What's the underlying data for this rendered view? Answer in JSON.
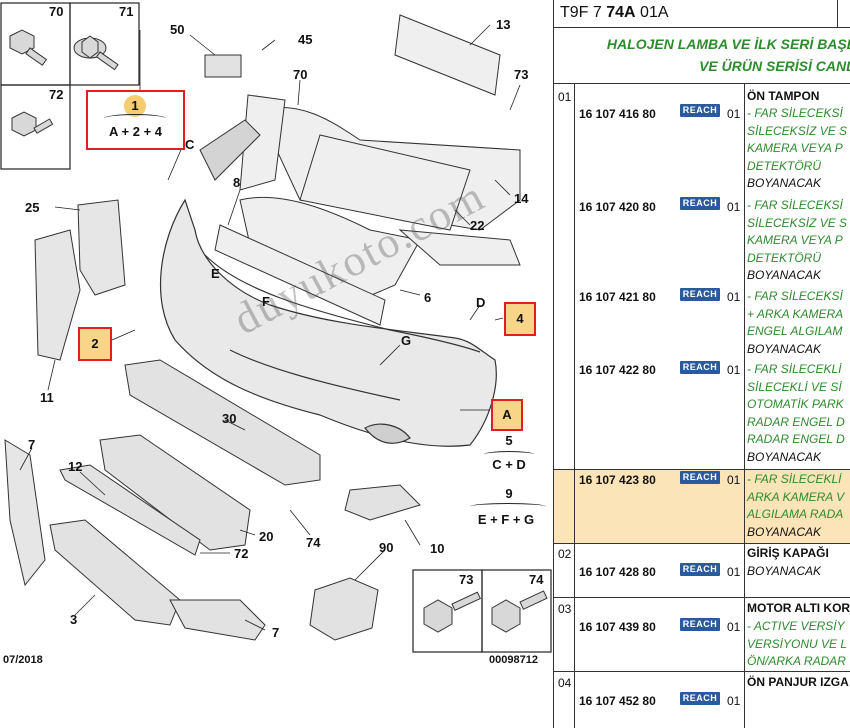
{
  "diagram": {
    "part_numbers": {
      "p70a": "70",
      "p71a": "71",
      "p72a": "72",
      "p50": "50",
      "p45": "45",
      "p13": "13",
      "p70b": "70",
      "p73a": "73",
      "p14": "14",
      "p22": "22",
      "p8": "8",
      "p6": "6",
      "p25": "25",
      "p11": "11",
      "p7a": "7",
      "p12": "12",
      "p30": "30",
      "p20": "20",
      "p74a": "74",
      "p72b": "72",
      "p3": "3",
      "p7b": "7",
      "p10": "10",
      "p90": "90",
      "p73b": "73",
      "p74b": "74",
      "pC": "C",
      "pD": "D",
      "pE": "E",
      "pF": "F",
      "pG": "G"
    },
    "callouts": {
      "c1_num": "1",
      "c1_eq": "A + 2 + 4",
      "c2": "2",
      "c4": "4",
      "cA": "A"
    },
    "groups": {
      "g5_num": "5",
      "g5_eq": "C + D",
      "g9_num": "9",
      "g9_eq": "E + F + G"
    },
    "date": "07/2018",
    "drawing_no": "00098712",
    "watermark": "duyukoto.com"
  },
  "table": {
    "header_code_prefix": "T9F 7 ",
    "header_code_bold": "74A",
    "header_code_suffix": " 01A",
    "banner_line1": "HALOJEN LAMBA VE İLK SERİ BAŞLAM",
    "banner_line2": "VE ÜRÜN SERİSİ CANLANDI",
    "reach_label": "REACH",
    "groups": [
      {
        "num": "01",
        "title": "ÖN TAMPON",
        "rows": [
          {
            "ref": "16 107 416 80",
            "qty": "01",
            "lines": [
              "- FAR SİLECEKSİ",
              "SİLECEKSİZ VE S",
              "KAMERA VEYA P",
              "DETEKTÖRÜ"
            ],
            "paint": "BOYANACAK"
          },
          {
            "ref": "16 107 420 80",
            "qty": "01",
            "lines": [
              "- FAR SİLECEKSİ",
              "SİLECEKSİZ VE S",
              "KAMERA VEYA P",
              "DETEKTÖRÜ"
            ],
            "paint": "BOYANACAK"
          },
          {
            "ref": "16 107 421 80",
            "qty": "01",
            "lines": [
              "- FAR SİLECEKSİ",
              "+ ARKA KAMERA",
              "ENGEL ALGILAM"
            ],
            "paint": "BOYANACAK"
          },
          {
            "ref": "16 107 422 80",
            "qty": "01",
            "lines": [
              "- FAR SİLECEKLİ",
              "SİLECEKLİ VE Sİ",
              "OTOMATİK PARK",
              "RADAR ENGEL D",
              "RADAR ENGEL D"
            ],
            "paint": "BOYANACAK"
          },
          {
            "ref": "16 107 423 80",
            "qty": "01",
            "lines": [
              "- FAR SİLECEKLİ",
              "ARKA KAMERA V",
              "ALGILAMA RADA"
            ],
            "paint": "BOYANACAK"
          }
        ]
      },
      {
        "num": "02",
        "title": "GİRİŞ KAPAĞI",
        "rows": [
          {
            "ref": "16 107 428 80",
            "qty": "01",
            "lines": [],
            "paint": "BOYANACAK"
          }
        ]
      },
      {
        "num": "03",
        "title": "MOTOR ALTI KOR",
        "rows": [
          {
            "ref": "16 107 439 80",
            "qty": "01",
            "lines": [
              "- ACTIVE VERSİY",
              "VERSİYONU VE L",
              "ÖN/ARKA RADAR"
            ],
            "paint": ""
          }
        ]
      },
      {
        "num": "04",
        "title": "ÖN PANJUR IZGA",
        "rows": [
          {
            "ref": "16 107 452 80",
            "qty": "01",
            "lines": [],
            "paint": ""
          }
        ]
      }
    ]
  }
}
